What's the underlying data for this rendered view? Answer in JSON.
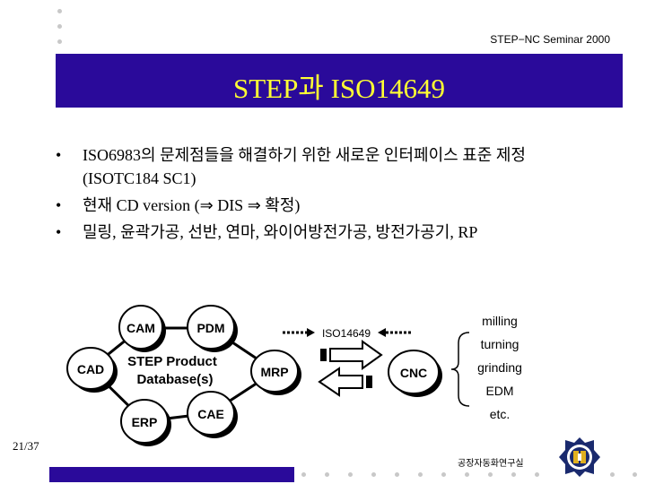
{
  "header": {
    "seminar": "STEP−NC Seminar 2000"
  },
  "title": "STEP과 ISO14649",
  "bullets": [
    {
      "mark": "•",
      "text": "ISO6983의 문제점들을 해결하기 위한 새로운 인터페이스 표준 제정(ISOTC184 SC1)"
    },
    {
      "mark": "•",
      "text": "현재 CD version (⇒ DIS ⇒ 확정)"
    },
    {
      "mark": "•",
      "text": "밀링, 윤곽가공, 선반, 연마, 와이어방전가공, 방전가공기, RP"
    }
  ],
  "diagram": {
    "center_line1": "STEP Product",
    "center_line2": "Database(s)",
    "nodes": {
      "cam": "CAM",
      "pdm": "PDM",
      "cad": "CAD",
      "mrp": "MRP",
      "erp": "ERP",
      "cae": "CAE",
      "cnc": "CNC"
    },
    "arrow_label": "ISO14649",
    "processes": [
      "milling",
      "turning",
      "grinding",
      "EDM",
      "etc."
    ]
  },
  "footer": {
    "page": "21/37",
    "lab": "공장자동화연구실"
  }
}
